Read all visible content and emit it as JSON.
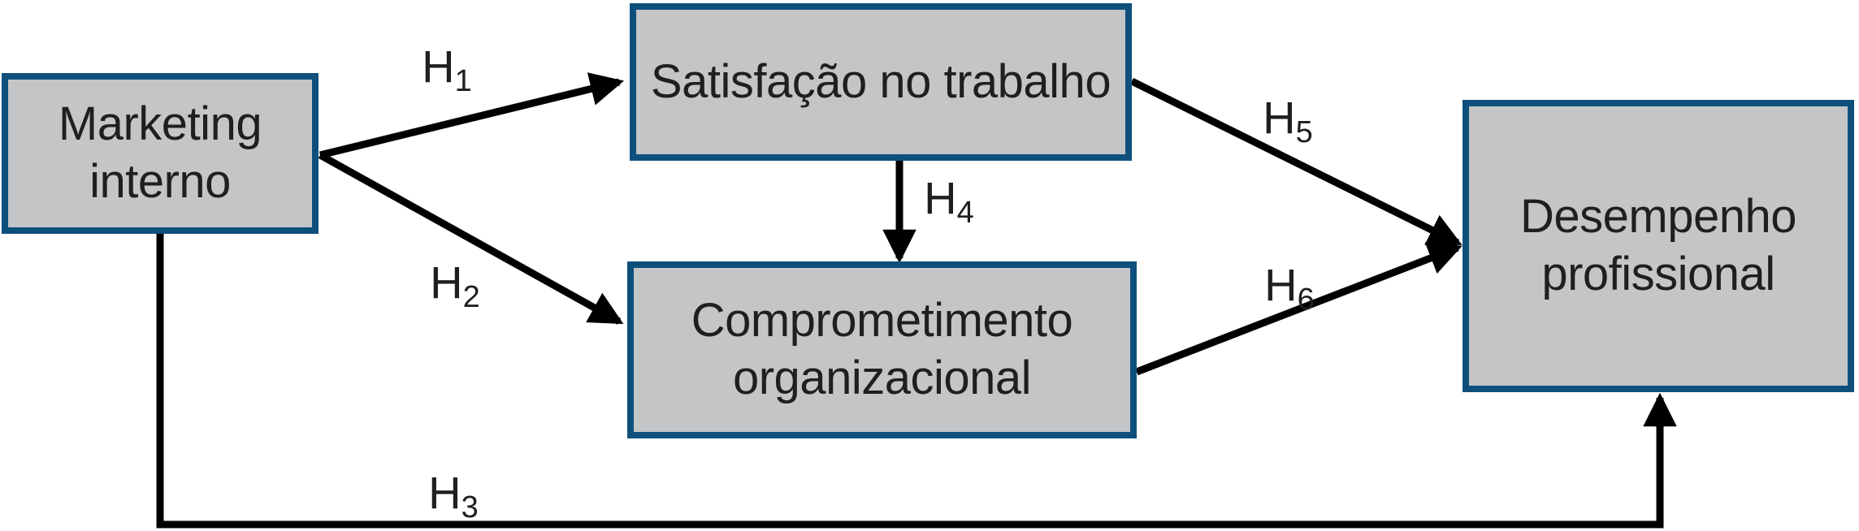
{
  "figure": {
    "type": "hypothesis-model-diagram",
    "background_color": "#ffffff",
    "box_fill_color": "#c3c5c7",
    "box_border_color": "#0f4f7c",
    "arrow_color": "#000000",
    "text_color": "#1f1f1f"
  },
  "nodes": {
    "marketing_interno": {
      "label": "Marketing interno"
    },
    "satisfacao": {
      "label": "Satisfação no trabalho"
    },
    "comprometimento": {
      "label": "Comprometimento organizacional"
    },
    "desempenho": {
      "label": "Desempenho profissional"
    }
  },
  "hypotheses": {
    "h1": {
      "prefix": "H",
      "sub": "1",
      "from": "Marketing interno",
      "to": "Satisfação no trabalho"
    },
    "h2": {
      "prefix": "H",
      "sub": "2",
      "from": "Marketing interno",
      "to": "Comprometimento organizacional"
    },
    "h3": {
      "prefix": "H",
      "sub": "3",
      "from": "Marketing interno",
      "to": "Desempenho profissional"
    },
    "h4": {
      "prefix": "H",
      "sub": "4",
      "from": "Satisfação no trabalho",
      "to": "Comprometimento organizacional"
    },
    "h5": {
      "prefix": "H",
      "sub": "5",
      "from": "Satisfação no trabalho",
      "to": "Desempenho profissional"
    },
    "h6": {
      "prefix": "H",
      "sub": "6",
      "from": "Comprometimento organizacional",
      "to": "Desempenho profissional"
    }
  }
}
